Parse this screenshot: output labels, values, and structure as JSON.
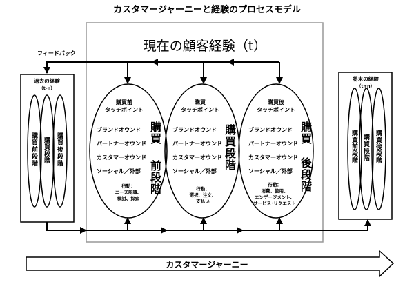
{
  "title": "カスタマージャーニーと経験のプロセスモデル",
  "current": {
    "title": "現在の顧客経験（t）",
    "stages": [
      {
        "heading": "購買前\nタッチポイント",
        "stage_label_top": "購買",
        "stage_label_bottom": "前段階",
        "actions": "行動：\nニーズ認識、\n検討、探索"
      },
      {
        "heading": "購買\nタッチポイント",
        "stage_label_top": "購買段階",
        "stage_label_bottom": "",
        "actions": "行動：\n選択、注文、\n支払い"
      },
      {
        "heading": "購買後\nタッチポイント",
        "stage_label_top": "購買",
        "stage_label_bottom": "後段階",
        "actions": "行動：\n消費、使用、\nエンゲージメント、\nサービス･リクエスト"
      }
    ],
    "touchpoints": [
      "ブランドオウンド",
      "パートナーオウンド",
      "カスタマーオウンド",
      "ソーシャル／外部"
    ]
  },
  "feedback_label": "フィードバック",
  "past": {
    "title": "過去の経験",
    "period": "（t-n）",
    "stages": [
      "購買前段階",
      "購買段階",
      "購買後段階"
    ]
  },
  "future": {
    "title": "将来の経験",
    "period": "（t+n）",
    "stages": [
      "購買前段階",
      "購買段階",
      "購買後段階"
    ]
  },
  "journey_label": "カスタマージャーニー"
}
